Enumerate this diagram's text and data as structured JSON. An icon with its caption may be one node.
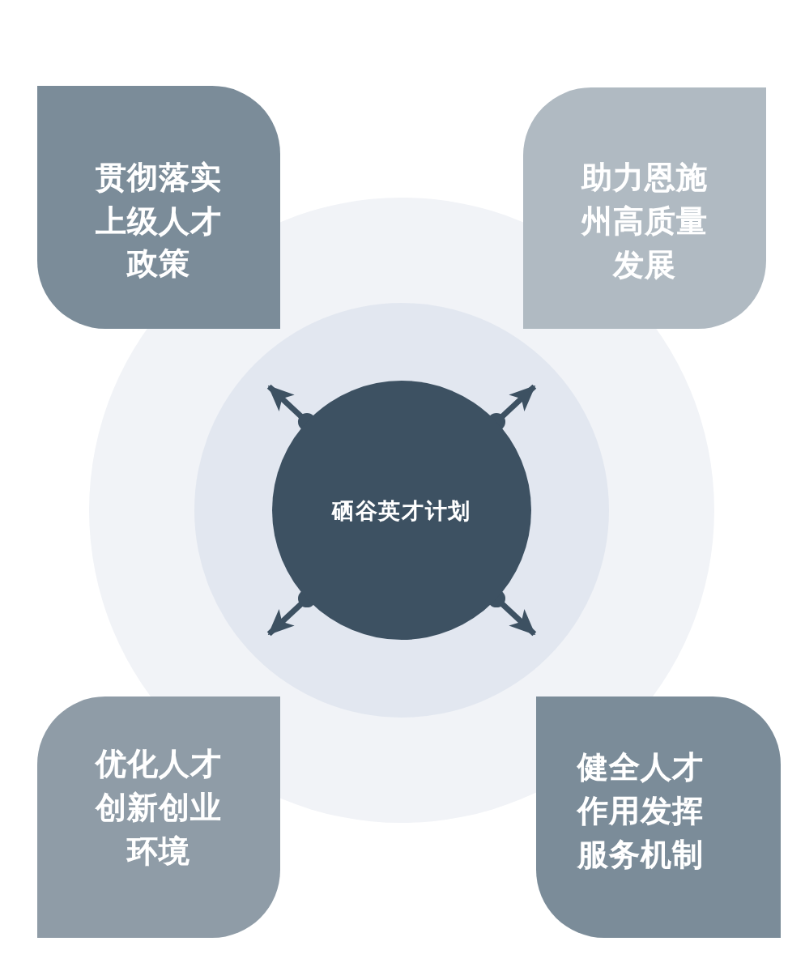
{
  "diagram": {
    "nodes": [
      {
        "text": [
          "贯彻落实上级人才政策"
        ]
      },
      {
        "text": [
          "助力恩施州高质量发展"
        ]
      },
      {
        "text": [
          "硒谷英才计划"
        ]
      },
      {
        "text": [
          "优化人才创新创业环境"
        ]
      },
      {
        "text": [
          "健全人才作用发挥服务机制"
        ]
      }
    ],
    "edges": [
      {
        "from": 2,
        "to": null,
        "arrow": "to"
      },
      {
        "from": 2,
        "to": null,
        "arrow": "to"
      },
      {
        "from": 2,
        "to": null,
        "arrow": "to"
      },
      {
        "from": 2,
        "to": null,
        "arrow": "to"
      }
    ]
  }
}
